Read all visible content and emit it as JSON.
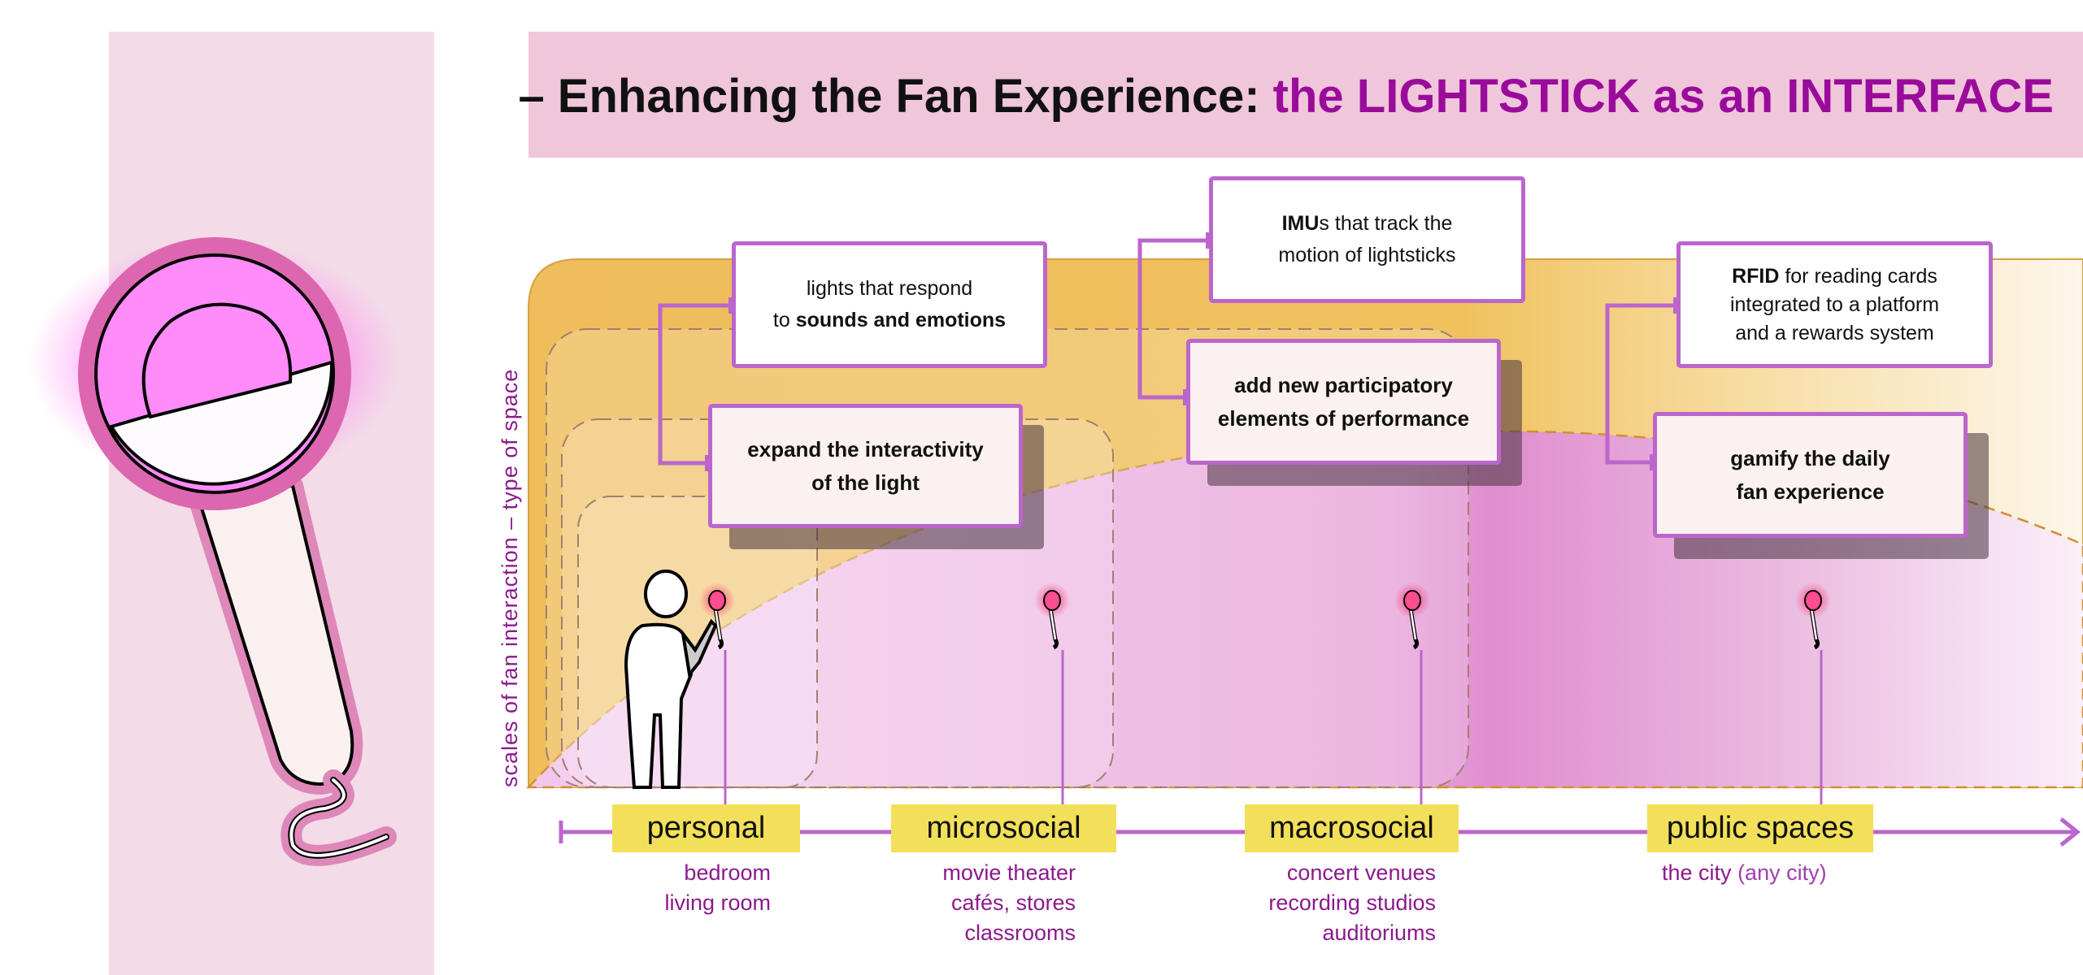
{
  "title": {
    "prefix": "– Enhancing the Fan Experience: ",
    "highlight": "the LIGHTSTICK as an INTERFACE"
  },
  "y_axis_label": "scales of fan interaction – type of space",
  "boxes": {
    "lights": {
      "line1": "lights that respond",
      "line2_pre": "to ",
      "line2_bold": "sounds and emotions"
    },
    "expand": {
      "line1": "expand the interactivity",
      "line2": "of the light"
    },
    "imus": {
      "bold": "IMU",
      "line1_rest": "s that track the",
      "line2": "motion of lightsticks"
    },
    "participatory": {
      "line1": "add new participatory",
      "line2": "elements of performance"
    },
    "rfid": {
      "bold": "RFID",
      "line1_rest": " for reading cards",
      "line2": "integrated to a platform",
      "line3": "and a rewards system"
    },
    "gamify": {
      "line1": "gamify the daily",
      "line2": "fan experience"
    }
  },
  "scales": [
    {
      "label": "personal",
      "places": [
        "bedroom",
        "living room"
      ]
    },
    {
      "label": "microsocial",
      "places": [
        "movie theater",
        "cafés, stores",
        "classrooms"
      ]
    },
    {
      "label": "macrosocial",
      "places": [
        "concert venues",
        "recording studios",
        "auditoriums"
      ]
    },
    {
      "label": "public spaces",
      "places": [
        "the city"
      ],
      "aside": "(any city)"
    }
  ],
  "colors": {
    "accent": "#9b0b9b",
    "border": "#bb66cc",
    "tag": "#f2e05a",
    "orange": "#f0c060",
    "pink": "#e090d0"
  }
}
